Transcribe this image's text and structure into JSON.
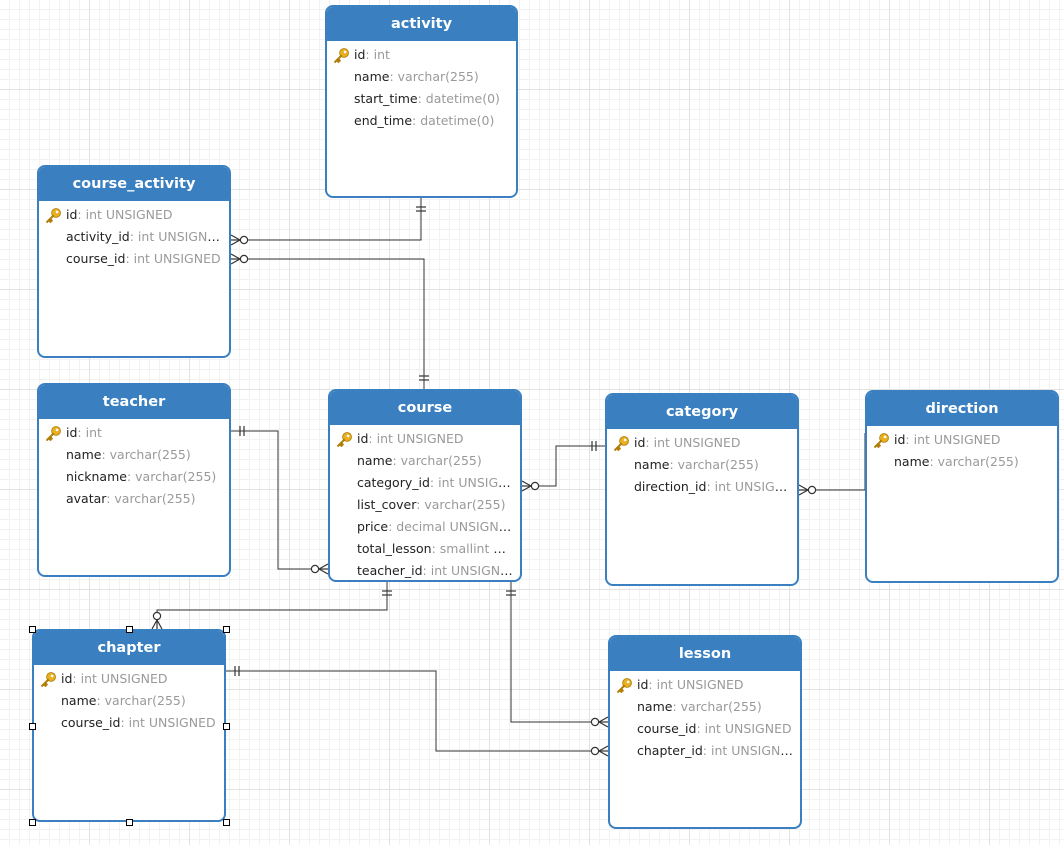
{
  "colors": {
    "entity_header": "#3a80c1",
    "type_text": "#9a9a9a",
    "key_icon": "#e8b01e"
  },
  "entities": [
    {
      "id": "activity",
      "title": "activity",
      "fields": [
        {
          "name": "id",
          "type": ": int",
          "pk": true
        },
        {
          "name": "name",
          "type": ": varchar(255)"
        },
        {
          "name": "start_time",
          "type": ": datetime(0)"
        },
        {
          "name": "end_time",
          "type": ": datetime(0)"
        }
      ]
    },
    {
      "id": "course_activity",
      "title": "course_activity",
      "fields": [
        {
          "name": "id",
          "type": ": int UNSIGNED",
          "pk": true
        },
        {
          "name": "activity_id",
          "type": ": int UNSIGNED"
        },
        {
          "name": "course_id",
          "type": ": int UNSIGNED"
        }
      ]
    },
    {
      "id": "teacher",
      "title": "teacher",
      "fields": [
        {
          "name": "id",
          "type": ": int",
          "pk": true
        },
        {
          "name": "name",
          "type": ": varchar(255)"
        },
        {
          "name": "nickname",
          "type": ": varchar(255)"
        },
        {
          "name": "avatar",
          "type": ": varchar(255)"
        }
      ]
    },
    {
      "id": "course",
      "title": "course",
      "fields": [
        {
          "name": "id",
          "type": ": int UNSIGNED",
          "pk": true
        },
        {
          "name": "name",
          "type": ": varchar(255)"
        },
        {
          "name": "category_id",
          "type": ": int UNSIGNED"
        },
        {
          "name": "list_cover",
          "type": ": varchar(255)"
        },
        {
          "name": "price",
          "type": ": decimal UNSIGNED"
        },
        {
          "name": "total_lesson",
          "type": ": smallint UN…"
        },
        {
          "name": "teacher_id",
          "type": ": int UNSIGNED"
        }
      ]
    },
    {
      "id": "category",
      "title": "category",
      "fields": [
        {
          "name": "id",
          "type": ": int UNSIGNED",
          "pk": true
        },
        {
          "name": "name",
          "type": ": varchar(255)"
        },
        {
          "name": "direction_id",
          "type": ": int UNSIGNED"
        }
      ]
    },
    {
      "id": "direction",
      "title": "direction",
      "fields": [
        {
          "name": "id",
          "type": ": int UNSIGNED",
          "pk": true
        },
        {
          "name": "name",
          "type": ": varchar(255)"
        }
      ]
    },
    {
      "id": "chapter",
      "title": "chapter",
      "selected": true,
      "fields": [
        {
          "name": "id",
          "type": ": int UNSIGNED",
          "pk": true
        },
        {
          "name": "name",
          "type": ": varchar(255)"
        },
        {
          "name": "course_id",
          "type": ": int UNSIGNED"
        }
      ]
    },
    {
      "id": "lesson",
      "title": "lesson",
      "fields": [
        {
          "name": "id",
          "type": ": int UNSIGNED",
          "pk": true
        },
        {
          "name": "name",
          "type": ": varchar(255)"
        },
        {
          "name": "course_id",
          "type": ": int UNSIGNED"
        },
        {
          "name": "chapter_id",
          "type": ": int UNSIGNED"
        }
      ]
    }
  ],
  "relationships": [
    {
      "from": "course_activity.activity_id",
      "to": "activity.id",
      "from_cardinality": "zero-or-many",
      "to_cardinality": "one-and-only-one"
    },
    {
      "from": "course_activity.course_id",
      "to": "course.id",
      "from_cardinality": "zero-or-many",
      "to_cardinality": "one-and-only-one"
    },
    {
      "from": "course.teacher_id",
      "to": "teacher.id",
      "from_cardinality": "zero-or-many",
      "to_cardinality": "one-and-only-one"
    },
    {
      "from": "course.category_id",
      "to": "category.id",
      "from_cardinality": "zero-or-many",
      "to_cardinality": "one-and-only-one"
    },
    {
      "from": "category.direction_id",
      "to": "direction.id",
      "from_cardinality": "zero-or-many",
      "to_cardinality": "one-and-only-one"
    },
    {
      "from": "chapter.course_id",
      "to": "course.id",
      "from_cardinality": "zero-or-many",
      "to_cardinality": "one-and-only-one"
    },
    {
      "from": "lesson.course_id",
      "to": "course.id",
      "from_cardinality": "zero-or-many",
      "to_cardinality": "one-and-only-one"
    },
    {
      "from": "lesson.chapter_id",
      "to": "chapter.id",
      "from_cardinality": "zero-or-many",
      "to_cardinality": "one-and-only-one"
    }
  ]
}
